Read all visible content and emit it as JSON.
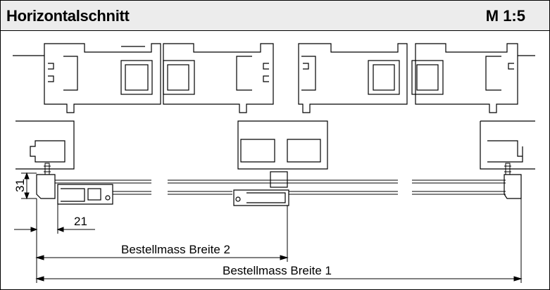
{
  "header": {
    "title": "Horizontalschnitt",
    "scale": "M 1:5"
  },
  "dimensions": {
    "height_value": "31",
    "width_value": "21",
    "order_width_2": "Bestellmass Breite 2",
    "order_width_1": "Bestellmass Breite 1"
  }
}
